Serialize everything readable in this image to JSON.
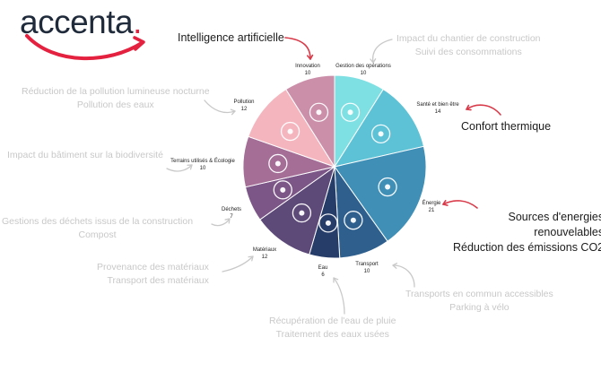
{
  "brand": {
    "name": "accenta",
    "dot": "."
  },
  "chart_data": {
    "type": "pie",
    "title": "",
    "slices": [
      {
        "label": "Gestion des opérations",
        "value": 10,
        "color": "#7fe0e3"
      },
      {
        "label": "Santé et bien être",
        "value": 14,
        "color": "#5ec2d6"
      },
      {
        "label": "Énergie",
        "value": 21,
        "color": "#3f8fb7"
      },
      {
        "label": "Transport",
        "value": 10,
        "color": "#2f5f8d"
      },
      {
        "label": "Eau",
        "value": 6,
        "color": "#273d69"
      },
      {
        "label": "Matériaux",
        "value": 12,
        "color": "#5e4a79"
      },
      {
        "label": "Déchets",
        "value": 7,
        "color": "#7b5687"
      },
      {
        "label": "Terrains utilisés & Écologie",
        "value": 10,
        "color": "#a46e97"
      },
      {
        "label": "Pollution",
        "value": 12,
        "color": "#f5b5be"
      },
      {
        "label": "Innovation",
        "value": 10,
        "color": "#cb8fa9"
      }
    ]
  },
  "callouts": [
    {
      "lines": [
        "Intelligence artificielle"
      ],
      "highlight": true
    },
    {
      "lines": [
        "Impact du chantier de construction",
        "Suivi des consommations"
      ],
      "highlight": false
    },
    {
      "lines": [
        "Confort thermique"
      ],
      "highlight": true
    },
    {
      "lines": [
        "Sources d'energies",
        "renouvelables",
        "Réduction des émissions CO2"
      ],
      "highlight": true
    },
    {
      "lines": [
        "Transports en commun accessibles",
        "Parking à vélo"
      ],
      "highlight": false
    },
    {
      "lines": [
        "Récupération de l'eau de pluie",
        "Traitement des eaux usées"
      ],
      "highlight": false
    },
    {
      "lines": [
        "Provenance des matériaux",
        "Transport des matériaux"
      ],
      "highlight": false
    },
    {
      "lines": [
        "Gestions des déchets issus de la construction",
        "Compost"
      ],
      "highlight": false
    },
    {
      "lines": [
        "Impact du bâtiment sur la biodiversité"
      ],
      "highlight": false
    },
    {
      "lines": [
        "Réduction de la pollution lumineuse nocturne",
        "Pollution des eaux"
      ],
      "highlight": false
    }
  ],
  "colors": {
    "accent": "#e4213f",
    "arrow_light": "#c9c9c9",
    "arrow_red": "#d93a49"
  }
}
